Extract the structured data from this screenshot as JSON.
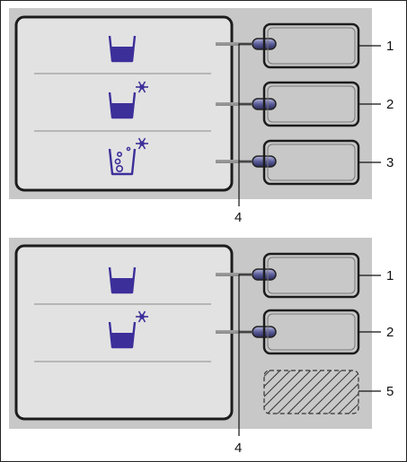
{
  "colors": {
    "panel_bg": "#c8c8c8",
    "screen_bg": "#e2e2e2",
    "icon": "#3c2f9a",
    "outline": "#1c1c1c",
    "led": "#6e6fa8"
  },
  "figures": [
    {
      "rows": [
        {
          "icon": "cup-icon",
          "number": "1"
        },
        {
          "icon": "cup-cold-icon",
          "number": "2"
        },
        {
          "icon": "cup-sparkling-cold-icon",
          "number": "3"
        }
      ],
      "bottom_label": "4"
    },
    {
      "rows": [
        {
          "icon": "cup-icon",
          "number": "1"
        },
        {
          "icon": "cup-cold-icon",
          "number": "2"
        },
        {
          "icon": "blank-button-hatched",
          "number": "5"
        }
      ],
      "bottom_label": "4"
    }
  ]
}
